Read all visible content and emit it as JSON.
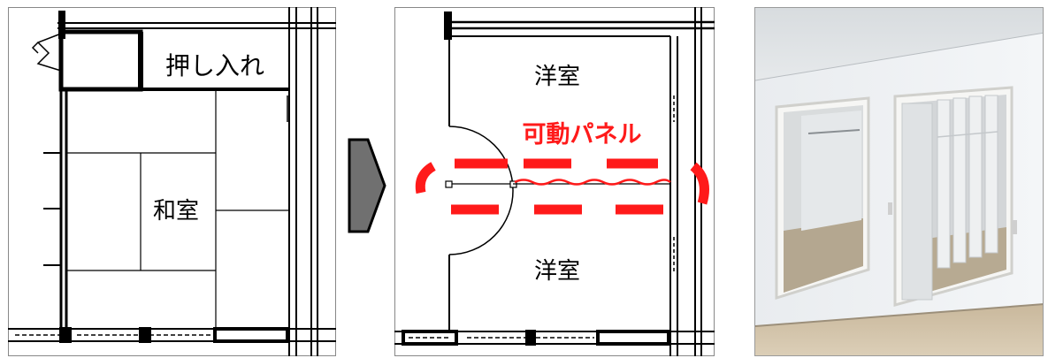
{
  "before_plan": {
    "closet_label": "押し入れ",
    "room_label": "和室"
  },
  "after_plan": {
    "top_room_label": "洋室",
    "bottom_room_label": "洋室",
    "panel_label": "可動パネル"
  },
  "colors": {
    "highlight": "#ff1a1a",
    "line": "#000000",
    "arrow_fill": "#707070"
  }
}
